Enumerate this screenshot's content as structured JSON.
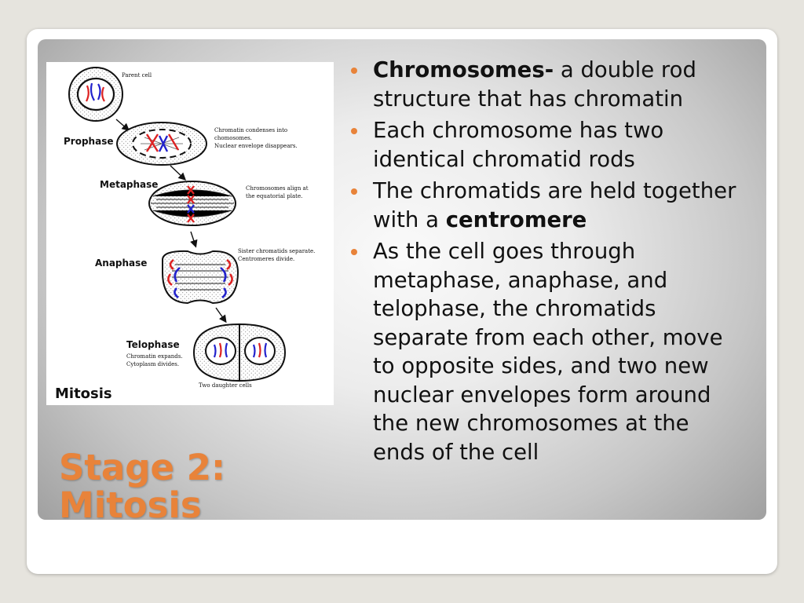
{
  "slide": {
    "title_line1": "Stage 2:",
    "title_line2": "Mitosis",
    "accent_color": "#e8833a"
  },
  "diagram": {
    "title": "Mitosis",
    "parent_cell_label": "Parent cell",
    "stages": [
      {
        "name": "Prophase",
        "notes": [
          "Chromatin condenses into",
          "chomosomes.",
          "Nuclear envelope disappears."
        ]
      },
      {
        "name": "Metaphase",
        "notes": [
          "Chromosomes align at",
          "the equatorial plate."
        ]
      },
      {
        "name": "Anaphase",
        "notes": [
          "Sister chromatids separate.",
          "Centromeres divide."
        ]
      },
      {
        "name": "Telophase",
        "notes": [
          "Chromatin expands.",
          "Cytoplasm divides."
        ]
      }
    ],
    "daughter_cells_label": "Two daughter cells"
  },
  "bullets": [
    {
      "bold": "Chromosomes-",
      "text": " a double rod structure that has chromatin"
    },
    {
      "text": "Each chromosome has two identical chromatid rods"
    },
    {
      "text": "The chromatids are held together with a ",
      "bold_end": "centromere"
    },
    {
      "text": "As the cell goes through metaphase, anaphase, and telophase, the chromatids separate from each other, move to opposite sides, and two new nuclear envelopes form around the new chromosomes at the ends of the cell"
    }
  ]
}
